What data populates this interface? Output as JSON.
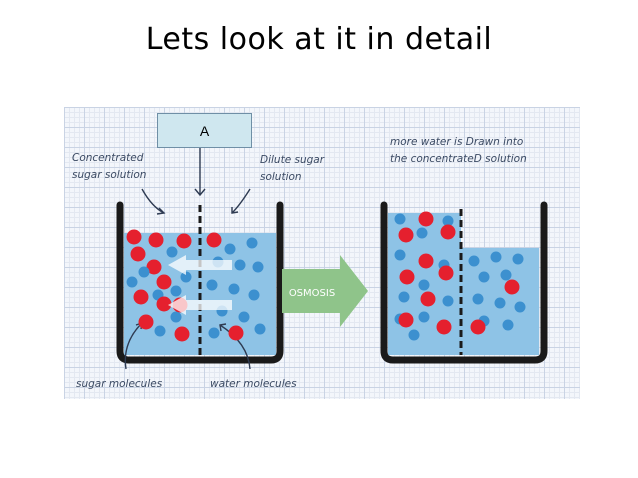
{
  "title": "Lets look at it in detail",
  "box_label": "A",
  "annotations": {
    "concentrated": [
      "Concentrated",
      "sugar solution"
    ],
    "dilute": [
      "Dilute sugar",
      "solution"
    ],
    "more_water": [
      "more water is Drawn into",
      "the concentrateD solution"
    ],
    "sugar_molecules": "sugar molecules",
    "water_molecules": "water molecules",
    "arrow": "OSMOSIS"
  },
  "colors": {
    "water": "#8ec3e6",
    "water_molecule": "#3c90cf",
    "sugar_molecule": "#e5202e",
    "container": "#1a1a1a",
    "arrow": "#8fc48a"
  }
}
